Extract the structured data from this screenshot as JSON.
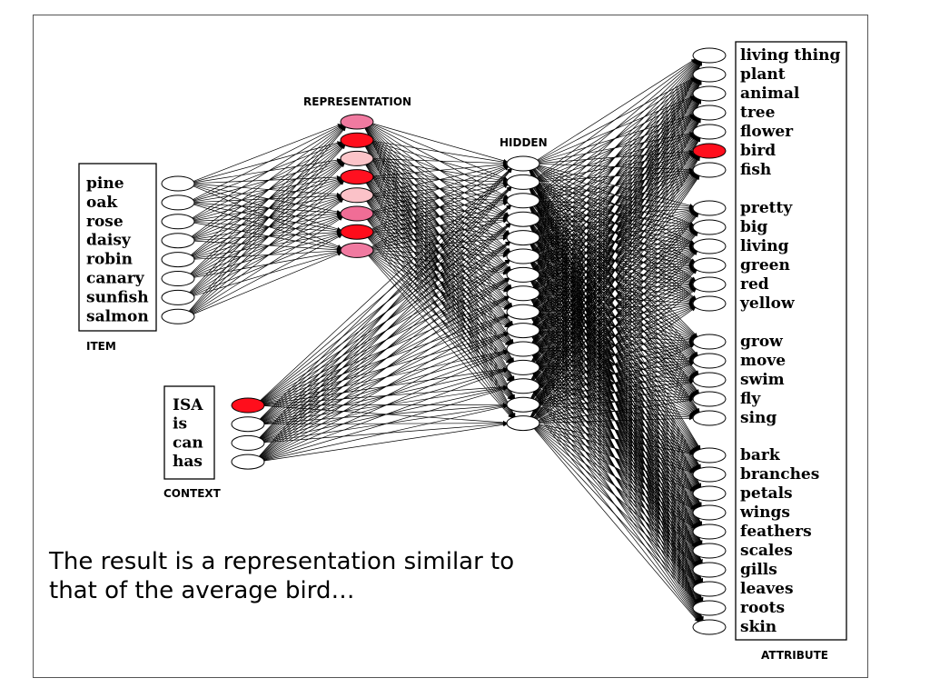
{
  "layers": {
    "representation": "REPRESENTATION",
    "hidden": "HIDDEN",
    "item": "ITEM",
    "context": "CONTEXT",
    "attribute": "ATTRIBUTE"
  },
  "items": [
    "pine",
    "oak",
    "rose",
    "daisy",
    "robin",
    "canary",
    "sunfish",
    "salmon"
  ],
  "contexts": [
    "ISA",
    "is",
    "can",
    "has"
  ],
  "context_active": [
    true,
    false,
    false,
    false
  ],
  "representation_activations": [
    "#f07aa0",
    "#ff0e1c",
    "#fbc4c8",
    "#ff1020",
    "#fbc2c8",
    "#f06d96",
    "#ff0c1a",
    "#f07aa0"
  ],
  "attribute_groups": [
    [
      "living thing",
      "plant",
      "animal",
      "tree",
      "flower",
      "bird",
      "fish"
    ],
    [
      "pretty",
      "big",
      "living",
      "green",
      "red",
      "yellow"
    ],
    [
      "grow",
      "move",
      "swim",
      "fly",
      "sing"
    ],
    [
      "bark",
      "branches",
      "petals",
      "wings",
      "feathers",
      "scales",
      "gills",
      "leaves",
      "roots",
      "skin"
    ]
  ],
  "attribute_active": [
    "bird"
  ],
  "caption": {
    "line1": "The result is a representation similar to",
    "line2": "that of the average bird…"
  }
}
